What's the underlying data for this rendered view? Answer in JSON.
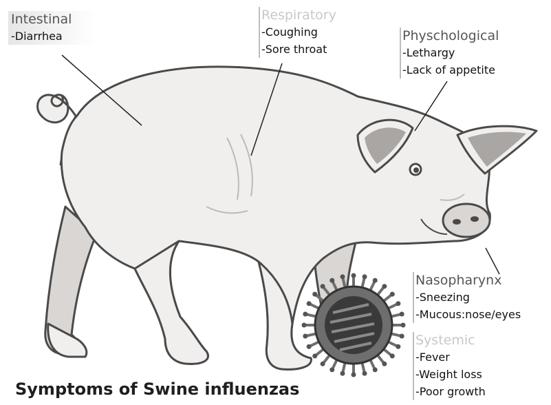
{
  "title": "Symptoms of Swine influenzas",
  "labels": {
    "intestinal": {
      "heading": "Intestinal",
      "items": [
        "-Diarrhea"
      ]
    },
    "respiratory": {
      "heading": "Respiratory",
      "items": [
        "-Coughing",
        "-Sore throat"
      ]
    },
    "psychological": {
      "heading": "Physchological",
      "items": [
        "-Lethargy",
        "-Lack of appetite"
      ]
    },
    "nasopharynx": {
      "heading": "Nasopharynx",
      "items": [
        "-Sneezing",
        "-Mucous:nose/eyes"
      ]
    },
    "systemic": {
      "heading": "Systemic",
      "items": [
        "-Fever",
        "-Weight loss",
        "-Poor growth"
      ]
    }
  },
  "colors": {
    "pig_body": "#f1efed",
    "pig_outline": "#4a4a4a",
    "pig_shadow": "#d9d6d3",
    "ear_inner": "#a9a6a4",
    "virus_core": "#555555",
    "virus_spike": "#6e6e6e"
  }
}
